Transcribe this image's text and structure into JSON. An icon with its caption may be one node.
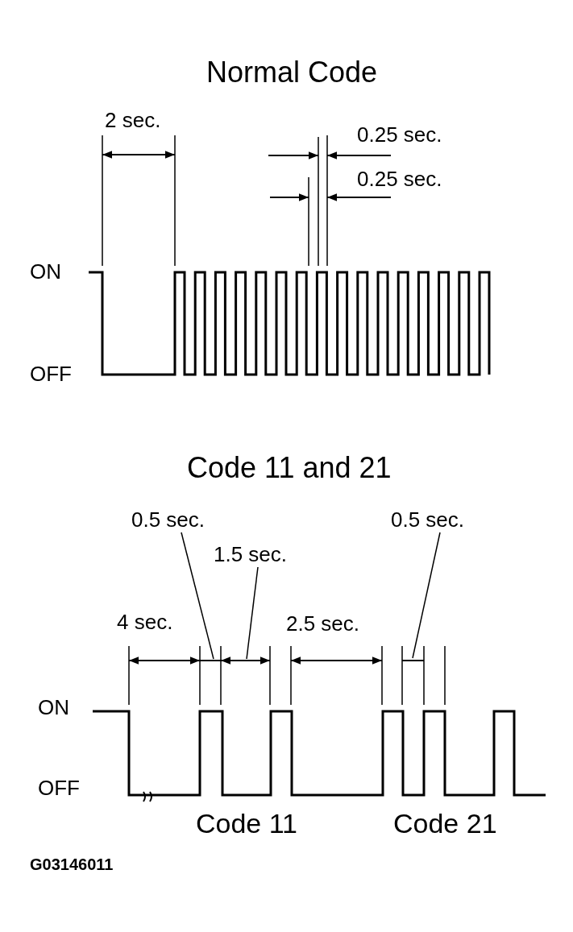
{
  "diagram": {
    "nodes": [
      {
        "text": [
          "0.5 sec."
        ]
      },
      {
        "text": [
          "1.5 sec."
        ]
      },
      {
        "text": [
          "0.5 sec."
        ]
      }
    ],
    "edges": [
      {
        "from": 0,
        "to": null,
        "arrow": "none"
      },
      {
        "from": 1,
        "to": null,
        "arrow": "none"
      },
      {
        "from": 2,
        "to": null,
        "arrow": "none"
      }
    ],
    "labels": [
      "Normal Code",
      "2 sec.",
      "0.25 sec.",
      "0.25 sec.",
      "ON",
      "OFF",
      "Code 11 and 21",
      "4 sec.",
      "2.5 sec.",
      "ON",
      "OFF",
      "Code 11",
      "Code 21",
      "G03146011"
    ]
  }
}
